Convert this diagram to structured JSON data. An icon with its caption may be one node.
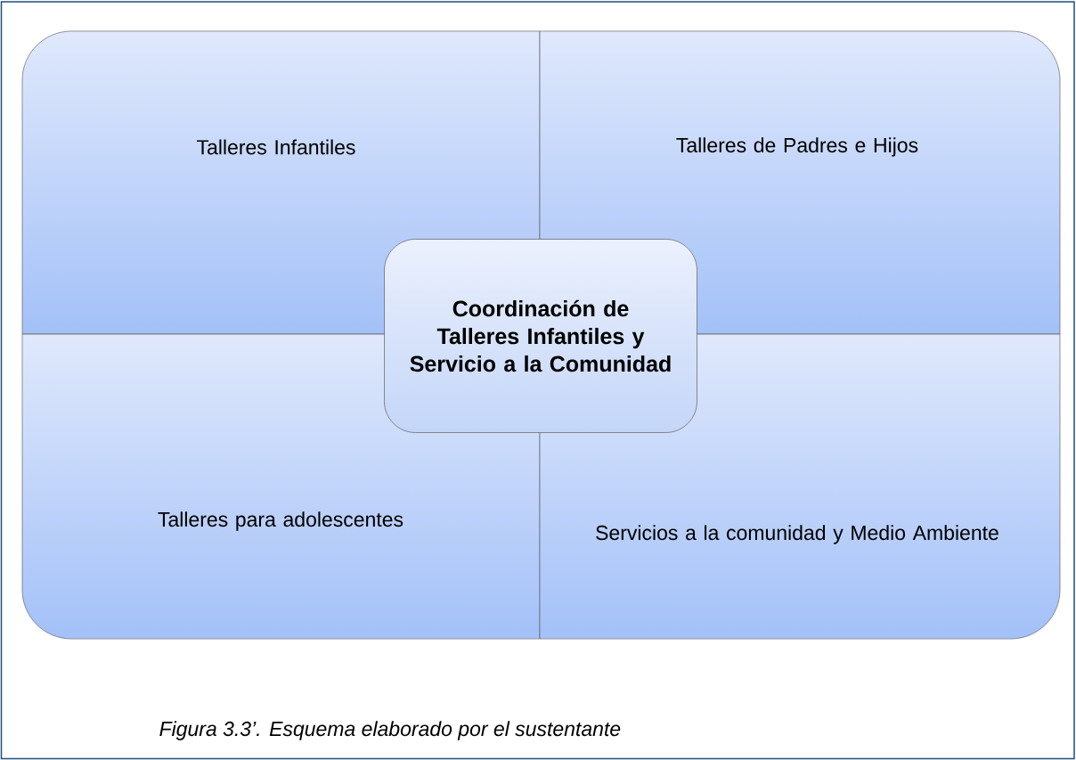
{
  "diagram": {
    "caption": "Figura 3.3’. Esquema elaborado por el sustentante",
    "nodes": [
      {
        "text": [
          "Talleres Infantiles"
        ]
      },
      {
        "text": [
          "Talleres de Padres e Hijos"
        ]
      },
      {
        "text": [
          "Coordinación de Talleres Infantiles y Servicio a la Comunidad"
        ]
      },
      {
        "text": [
          "Talleres para adolescentes"
        ]
      },
      {
        "text": [
          "Servicios a la comunidad  y Medio Ambiente"
        ]
      }
    ]
  }
}
